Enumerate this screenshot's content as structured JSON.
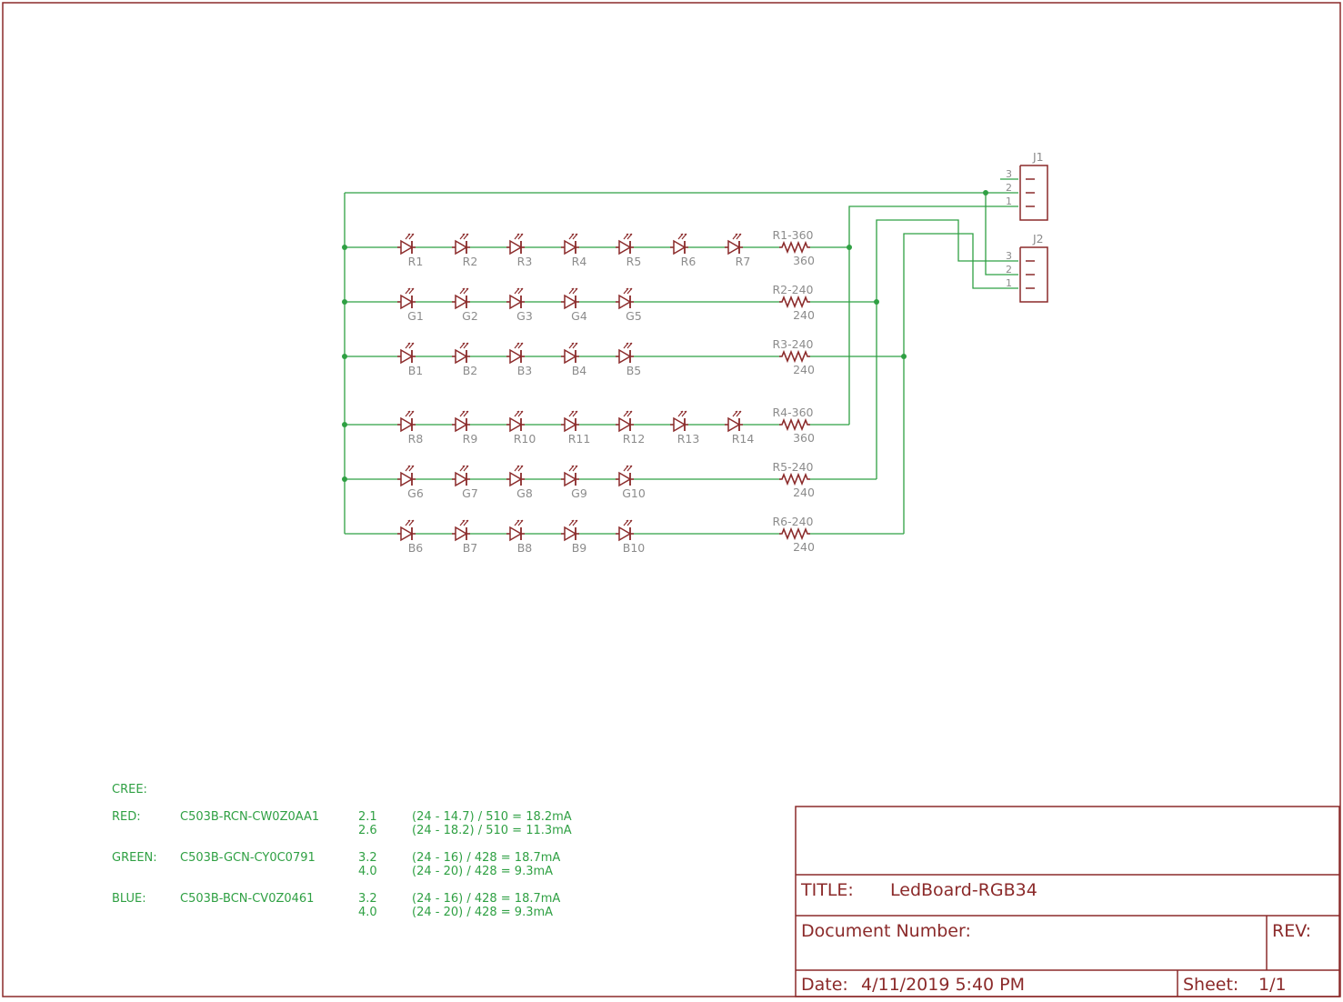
{
  "colors": {
    "frame": "#8b2a2a",
    "wire": "#2fa043",
    "label": "#8c8c8c"
  },
  "connectors": [
    {
      "name": "J1",
      "pins": [
        "3",
        "2",
        "1"
      ]
    },
    {
      "name": "J2",
      "pins": [
        "3",
        "2",
        "1"
      ]
    }
  ],
  "rows": [
    {
      "leds": [
        "R1",
        "R2",
        "R3",
        "R4",
        "R5",
        "R6",
        "R7"
      ],
      "resistor_name": "R1-360",
      "resistor_value": "360"
    },
    {
      "leds": [
        "G1",
        "G2",
        "G3",
        "G4",
        "G5"
      ],
      "resistor_name": "R2-240",
      "resistor_value": "240"
    },
    {
      "leds": [
        "B1",
        "B2",
        "B3",
        "B4",
        "B5"
      ],
      "resistor_name": "R3-240",
      "resistor_value": "240"
    },
    {
      "leds": [
        "R8",
        "R9",
        "R10",
        "R11",
        "R12",
        "R13",
        "R14"
      ],
      "resistor_name": "R4-360",
      "resistor_value": "360"
    },
    {
      "leds": [
        "G6",
        "G7",
        "G8",
        "G9",
        "G10"
      ],
      "resistor_name": "R5-240",
      "resistor_value": "240"
    },
    {
      "leds": [
        "B6",
        "B7",
        "B8",
        "B9",
        "B10"
      ],
      "resistor_name": "R6-240",
      "resistor_value": "240"
    }
  ],
  "notes": {
    "header": "CREE:",
    "groups": [
      {
        "color": "RED:",
        "part": "C503B-RCN-CW0Z0AA1",
        "lines": [
          {
            "vf": "2.1",
            "calc": "(24 - 14.7) / 510 = 18.2mA"
          },
          {
            "vf": "2.6",
            "calc": "(24 - 18.2) / 510 = 11.3mA"
          }
        ]
      },
      {
        "color": "GREEN:",
        "part": "C503B-GCN-CY0C0791",
        "lines": [
          {
            "vf": "3.2",
            "calc": "(24 - 16) / 428 = 18.7mA"
          },
          {
            "vf": "4.0",
            "calc": "(24 - 20) / 428 = 9.3mA"
          }
        ]
      },
      {
        "color": "BLUE:",
        "part": "C503B-BCN-CV0Z0461",
        "lines": [
          {
            "vf": "3.2",
            "calc": "(24 - 16) / 428 = 18.7mA"
          },
          {
            "vf": "4.0",
            "calc": "(24 - 20) / 428 = 9.3mA"
          }
        ]
      }
    ]
  },
  "title_block": {
    "title_label": "TITLE:",
    "title_value": "LedBoard-RGB34",
    "docnum_label": "Document Number:",
    "rev_label": "REV:",
    "date_label": "Date:",
    "date_value": "4/11/2019 5:40 PM",
    "sheet_label": "Sheet:",
    "sheet_value": "1/1"
  }
}
